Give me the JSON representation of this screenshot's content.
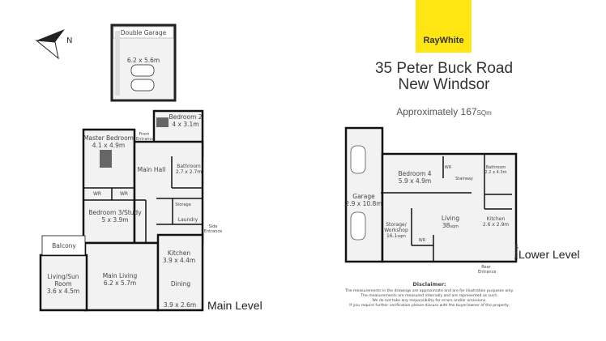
{
  "brand": {
    "name": "RayWhite",
    "color": "#ffe512"
  },
  "address": {
    "line1": "35 Peter Buck Road",
    "line2": "New Windsor"
  },
  "area": {
    "prefix": "Approximately 167",
    "unit": "SQm"
  },
  "compass": {
    "label": "N",
    "icon": "north-arrow-icon"
  },
  "garage": {
    "title": "Double Garage",
    "size": "6.2 x 5.6m"
  },
  "main_level": {
    "title": "Main Level",
    "rooms": {
      "master_bedroom": {
        "name": "Master Bedroom",
        "size": "4.1 x 4.9m"
      },
      "bedroom2": {
        "name": "Bedroom 2",
        "size": "4 x 3.1m"
      },
      "front_entrance": "Front Entrance",
      "main_hall": "Main Hall",
      "bathroom": {
        "name": "Bathroom",
        "size": "2.7 x 2.7m"
      },
      "wr1": "WR",
      "wr2": "WR",
      "bedroom3": {
        "name": "Bedroom 3/Study",
        "size": "5 x 3.9m"
      },
      "storage": "Storage",
      "laundry": "Laundry",
      "side_entrance": "Side Entrance",
      "balcony": "Balcony",
      "sunroom": {
        "name": "Living/Sun Room",
        "size": "3.6 x 4.5m"
      },
      "main_living": {
        "name": "Main Living",
        "size": "6.2 x 5.7m"
      },
      "kitchen": {
        "name": "Kitchen",
        "size": "3.9 x 4.4m"
      },
      "dining": {
        "name": "Dining",
        "size": "3.9 x 2.6m"
      }
    }
  },
  "lower_level": {
    "title": "Lower Level",
    "rooms": {
      "bedroom4": {
        "name": "Bedroom 4",
        "size": "5.9 x 4.9m"
      },
      "wr": "WR",
      "stairway": "Stairway",
      "bathroom": {
        "name": "Bathroom",
        "size": "2.2 x 4.3m"
      },
      "garage": {
        "name": "Garage",
        "size": "2.9 x 10.8m"
      },
      "storage": {
        "name": "Storage/ Workshop",
        "size": "16.1",
        "unit": "sqm"
      },
      "living": {
        "name": "Living",
        "size": "38",
        "unit": "sqm"
      },
      "kitchen": {
        "name": "Kitchen",
        "size": "2.6 x 2.9m"
      },
      "wr2": "WR",
      "store": "Storage",
      "rear_entrance": "Rear Entrance"
    }
  },
  "disclaimer": {
    "title": "Disclaimer:",
    "lines": [
      "The measurements in the drawings are approximate and are for illustration purposes only.",
      "The measurements are measured internally and are represented as such.",
      "We do not take any responsibility for errors and/or omissions.",
      "If you require further verification please discuss with the buyer/owner of the property."
    ]
  }
}
